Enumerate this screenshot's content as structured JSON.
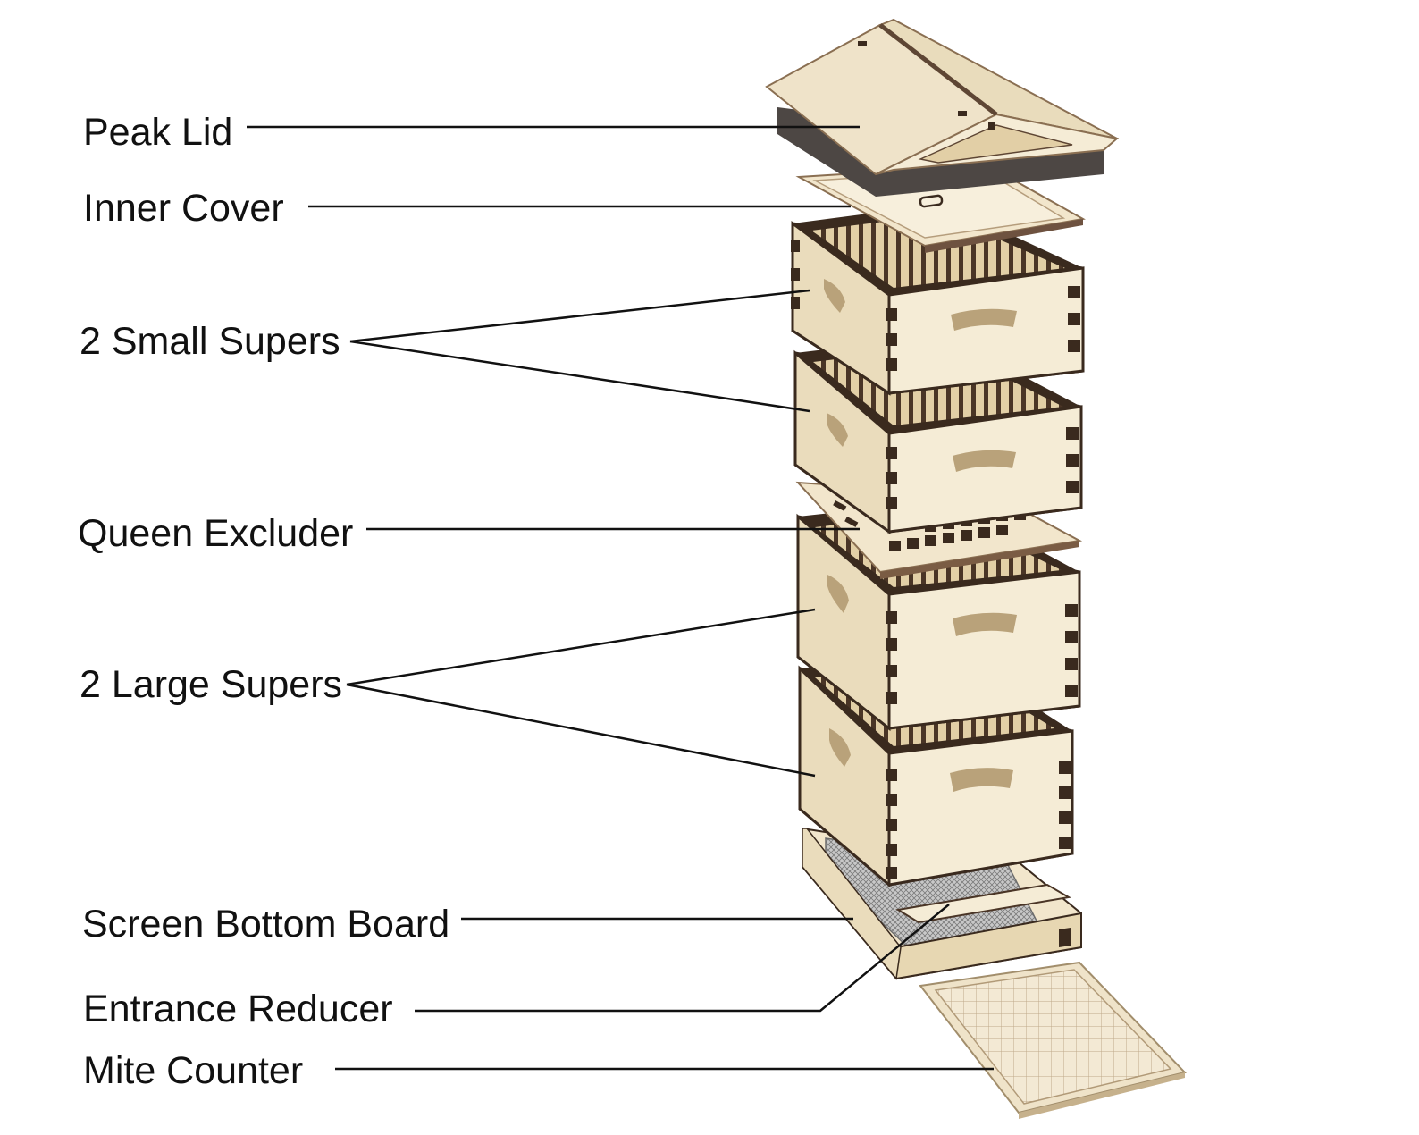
{
  "labels": {
    "peak_lid": "Peak Lid",
    "inner_cover": "Inner Cover",
    "small_supers": "2 Small Supers",
    "queen_excluder": "Queen Excluder",
    "large_supers": "2 Large Supers",
    "screen_bottom_board": "Screen Bottom Board",
    "entrance_reducer": "Entrance Reducer",
    "mite_counter": "Mite Counter"
  },
  "colors": {
    "wood_light": "#f5ecd6",
    "wood_mid": "#ead9b4",
    "wood_edge": "#3a2a1e",
    "handle": "#b9a27a",
    "screen": "#9c9c9c",
    "leader_line": "#111111"
  }
}
